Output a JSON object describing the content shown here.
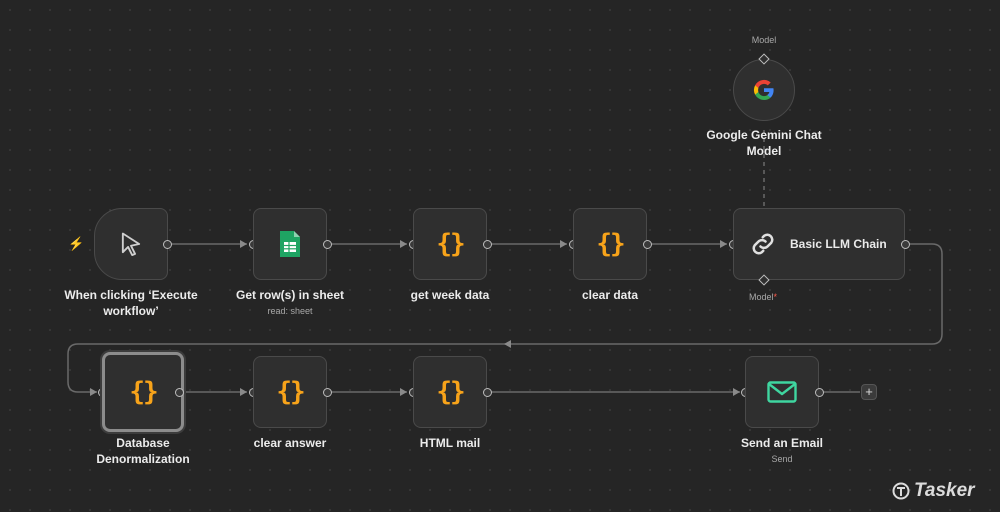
{
  "nodes": {
    "trigger": {
      "label_line1": "When clicking ‘Execute",
      "label_line2": "workflow’",
      "icon": "cursor-arrow-icon"
    },
    "get_rows": {
      "label": "Get row(s) in sheet",
      "subtitle": "read: sheet",
      "icon": "google-sheets-icon"
    },
    "get_week": {
      "label": "get week data",
      "icon": "code-braces-icon"
    },
    "clear_data": {
      "label": "clear data",
      "icon": "code-braces-icon"
    },
    "llm_chain": {
      "label": "Basic LLM Chain",
      "model_port_label": "Model",
      "required_mark": "*",
      "icon": "link-chain-icon"
    },
    "gemini": {
      "label_line1": "Google Gemini Chat",
      "label_line2": "Model",
      "port_label": "Model",
      "icon": "google-g-icon"
    },
    "denorm": {
      "label_line1": "Database",
      "label_line2": "Denormalization",
      "icon": "code-braces-icon"
    },
    "clear_answer": {
      "label": "clear answer",
      "icon": "code-braces-icon"
    },
    "html_mail": {
      "label": "HTML mail",
      "icon": "code-braces-icon"
    },
    "send_email": {
      "label": "Send an Email",
      "subtitle": "Send",
      "icon": "envelope-icon"
    }
  },
  "glyphs": {
    "braces": "{}",
    "plus": "+",
    "bolt": "⚡",
    "g": "G"
  },
  "brand": {
    "name": "Tasker"
  },
  "colors": {
    "accent_code": "#f7a31a",
    "trigger_bolt": "#ff5a4a",
    "sheets_green": "#1fa463",
    "email_teal": "#3fd6a0"
  }
}
